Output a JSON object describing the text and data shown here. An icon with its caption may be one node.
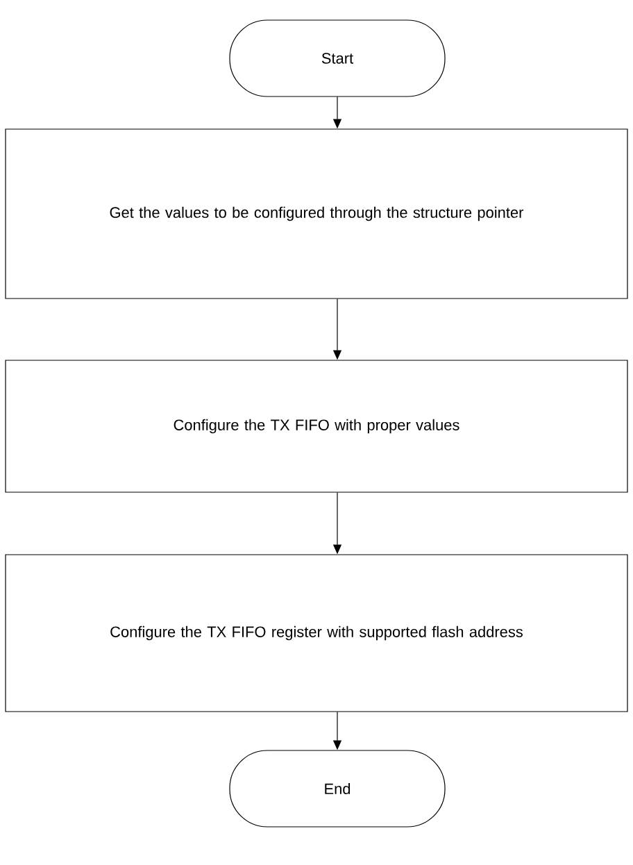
{
  "diagram": {
    "nodes": [
      {
        "text": [
          "Start"
        ]
      },
      {
        "text": [
          "Get the values to be configured through the structure pointer"
        ]
      },
      {
        "text": [
          "Configure the TX FIFO with proper values"
        ]
      },
      {
        "text": [
          "Configure the TX FIFO register with supported flash address"
        ]
      },
      {
        "text": [
          "End"
        ]
      }
    ],
    "edges": [
      {
        "from": 0,
        "to": 1,
        "arrow": "to"
      },
      {
        "from": 1,
        "to": 2,
        "arrow": "to"
      },
      {
        "from": 2,
        "to": 3,
        "arrow": "to"
      },
      {
        "from": 3,
        "to": 4,
        "arrow": "to"
      }
    ]
  }
}
